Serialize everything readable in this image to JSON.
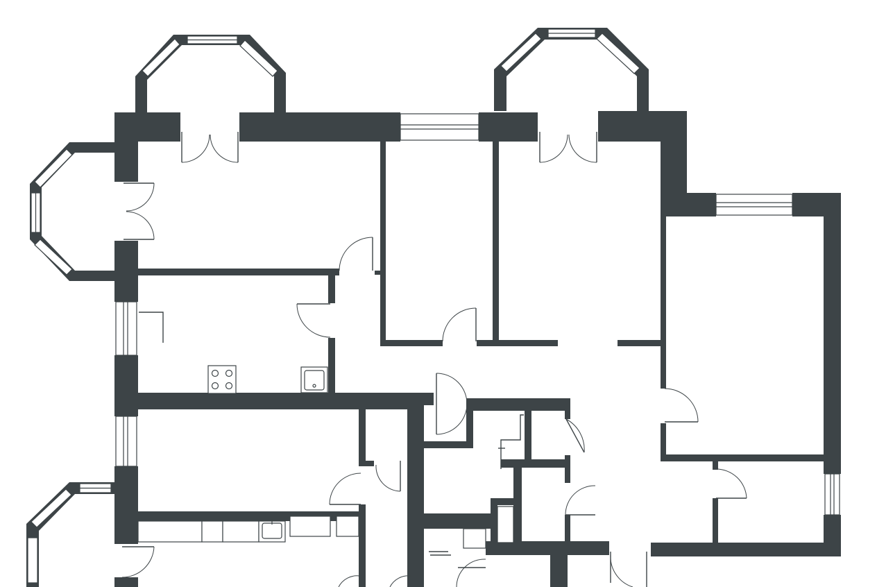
{
  "image": {
    "kind": "architectural floor plan",
    "colors": {
      "wall": "#3d4447",
      "background": "#ffffff",
      "line": "#3d4447"
    },
    "icons": [
      "bay-window",
      "double-door",
      "swing-door",
      "stove",
      "sink",
      "kitchen-counter"
    ]
  }
}
